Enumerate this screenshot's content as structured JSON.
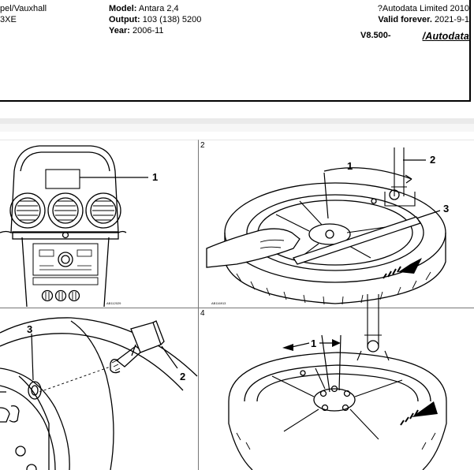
{
  "header": {
    "make": "pel/Vauxhall",
    "engine": "3XE",
    "model_label": "Model:",
    "model_value": "Antara  2,4",
    "output_label": "Output:",
    "output_value": "103 (138) 5200",
    "year_label": "Year:",
    "year_value": "2006-11",
    "copyright": "?Autodata Limited 2010",
    "valid_label": "Valid forever.",
    "valid_date": "2021-9-1",
    "version": "V8.500-",
    "logo": "/Autodata"
  },
  "figures": {
    "panel2_number": "2",
    "panel4_number": "4",
    "p1_callout_1": "1",
    "p1_ref": "AB112029",
    "p2_callout_1": "1",
    "p2_callout_2": "2",
    "p2_callout_3": "3",
    "p2_ref": "AB116913",
    "p3_callout_3": "3",
    "p3_callout_2": "2",
    "p4_callout_1": "1"
  }
}
